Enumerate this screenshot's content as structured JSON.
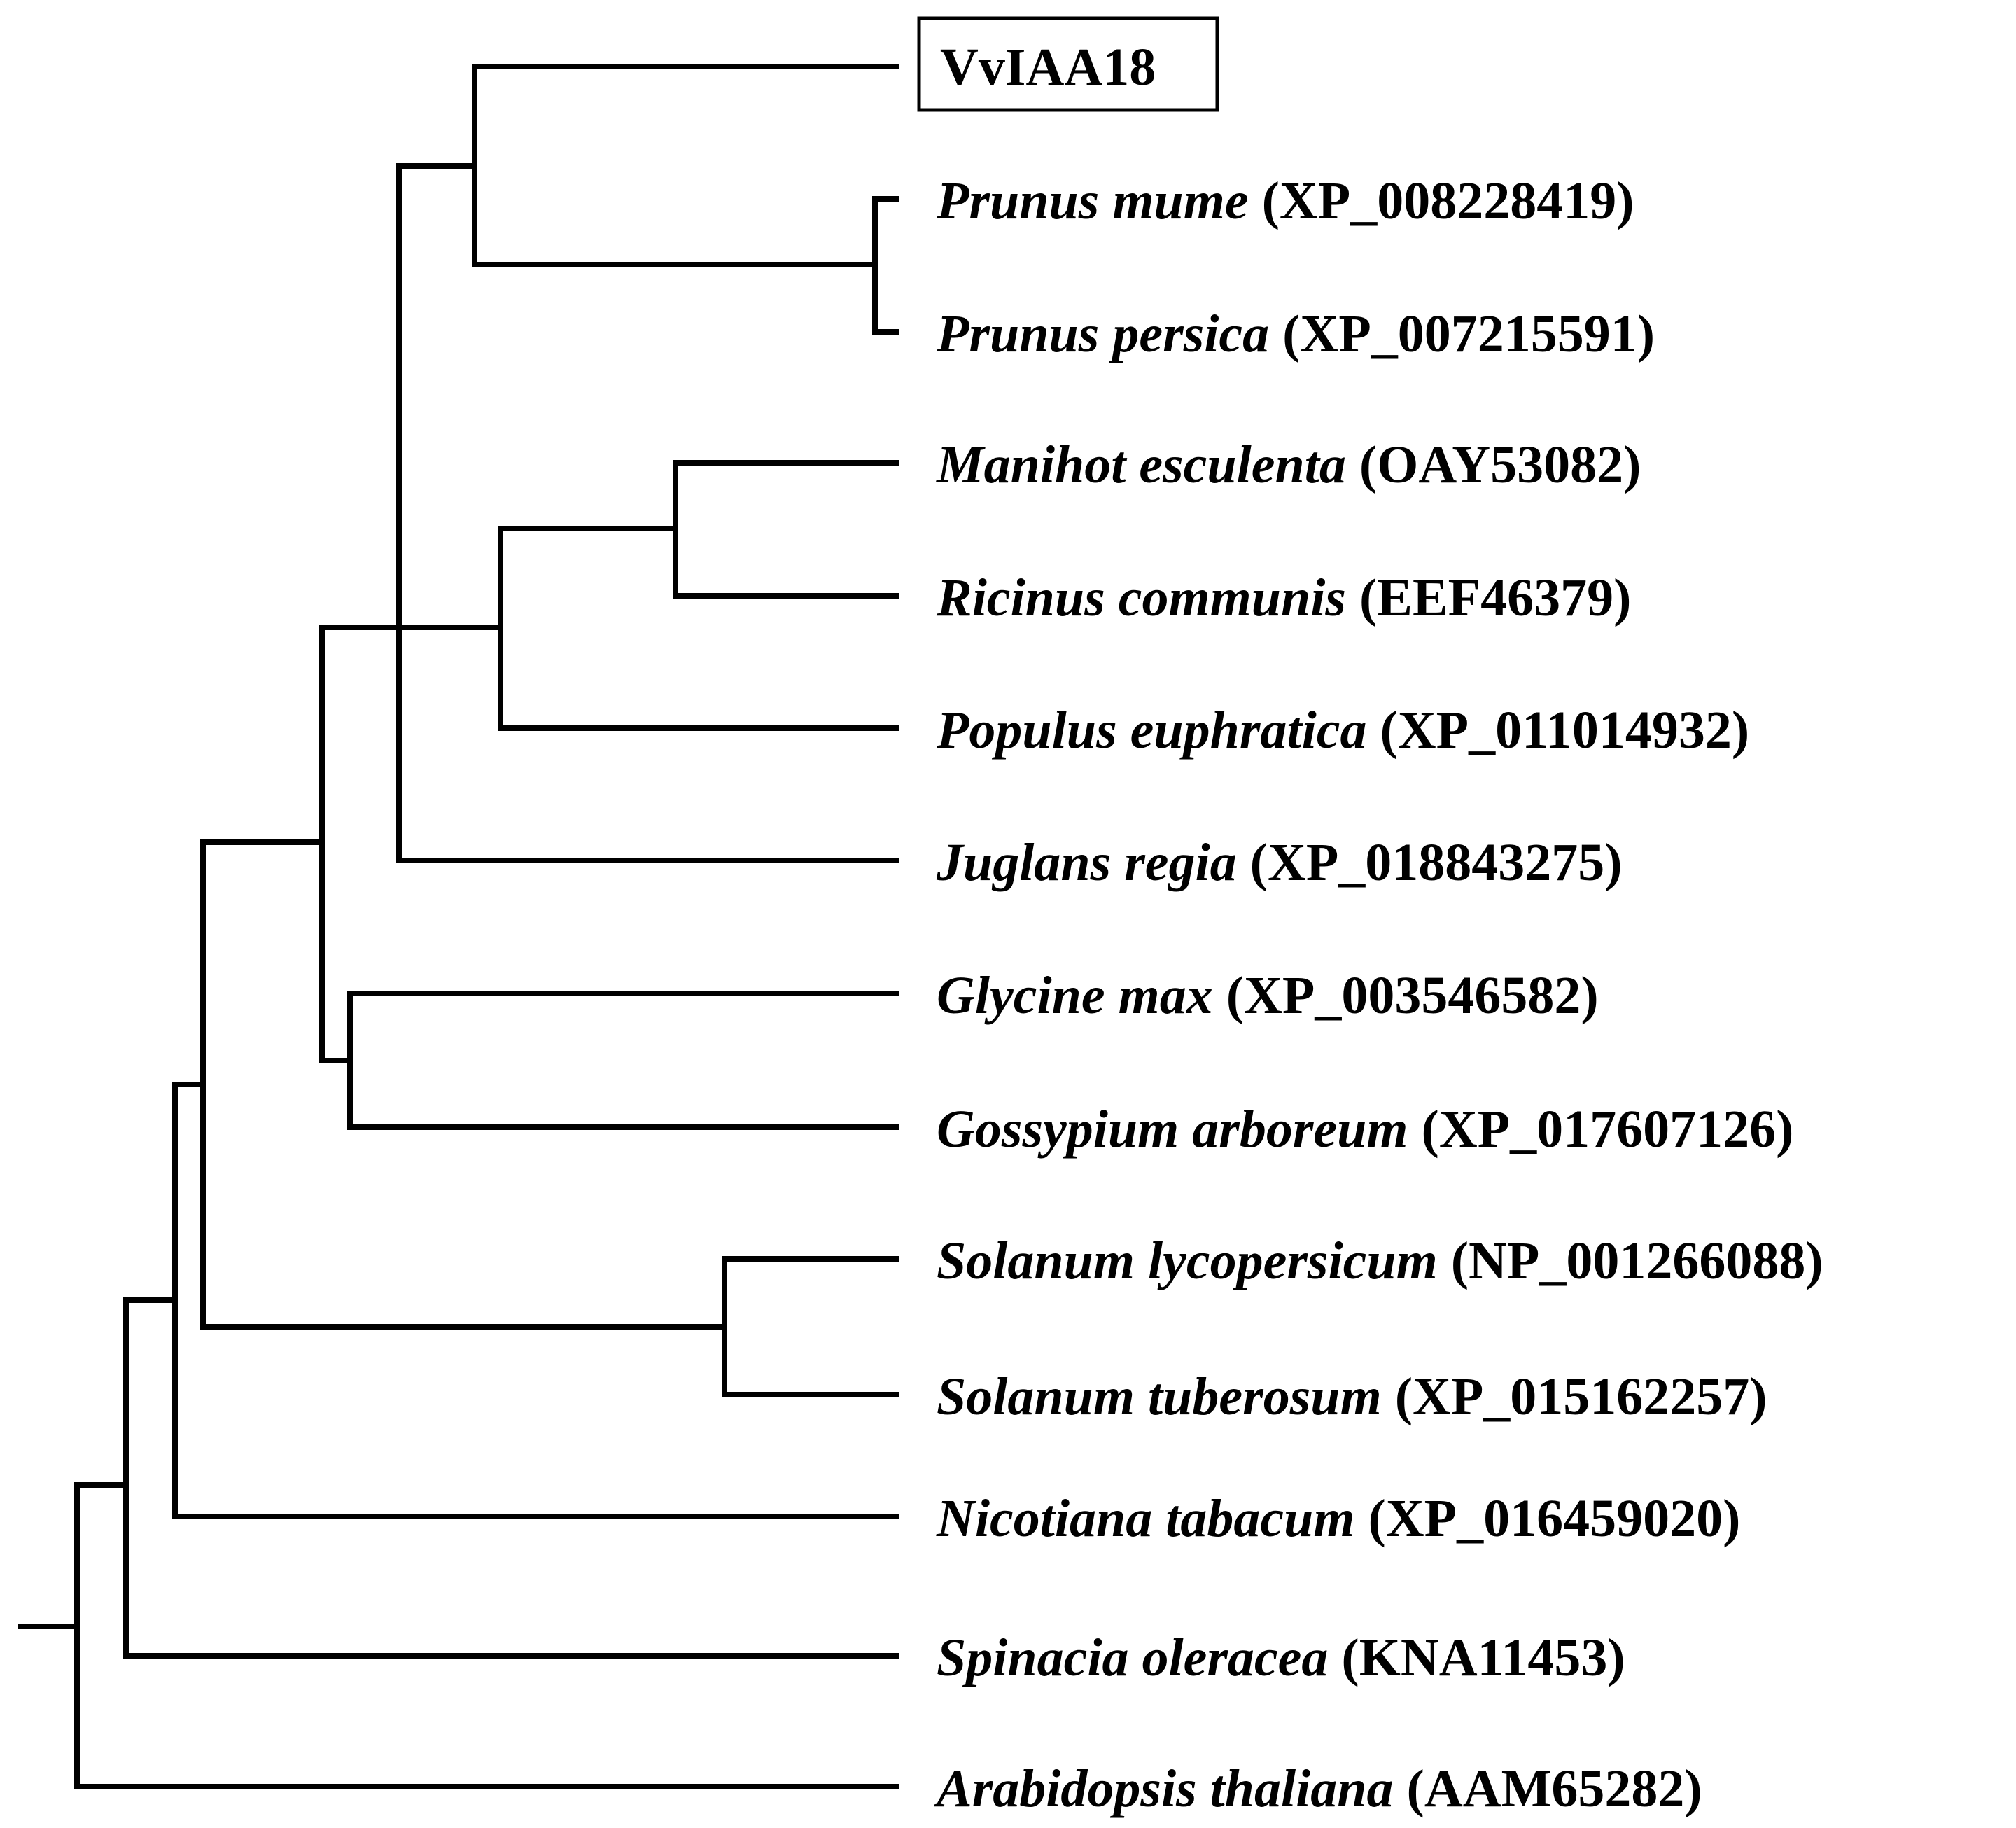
{
  "tree": {
    "highlighted_leaf": "VvIAA18",
    "leaves": [
      {
        "id": "vviaa18",
        "species": "",
        "accession": "VvIAA18"
      },
      {
        "id": "prunus-mume",
        "species": "Prunus mume",
        "accession": "(XP_008228419)"
      },
      {
        "id": "prunus-persica",
        "species": "Prunus persica",
        "accession": "(XP_007215591)"
      },
      {
        "id": "manihot-esculenta",
        "species": "Manihot esculenta",
        "accession": "(OAY53082)"
      },
      {
        "id": "ricinus-communis",
        "species": "Ricinus communis",
        "accession": "(EEF46379)"
      },
      {
        "id": "populus-euphratica",
        "species": "Populus euphratica",
        "accession": "(XP_011014932)"
      },
      {
        "id": "juglans-regia",
        "species": "Juglans regia",
        "accession": "(XP_018843275)"
      },
      {
        "id": "glycine-max",
        "species": "Glycine max",
        "accession": "(XP_003546582)"
      },
      {
        "id": "gossypium-arboreum",
        "species": "Gossypium arboreum",
        "accession": "(XP_017607126)"
      },
      {
        "id": "solanum-lycopersicum",
        "species": "Solanum lycopersicum",
        "accession": "(NP_001266088)"
      },
      {
        "id": "solanum-tuberosum",
        "species": "Solanum tuberosum",
        "accession": "(XP_015162257)"
      },
      {
        "id": "nicotiana-tabacum",
        "species": "Nicotiana tabacum",
        "accession": "(XP_016459020)"
      },
      {
        "id": "spinacia-oleracea",
        "species": "Spinacia oleracea",
        "accession": "(KNA11453)"
      },
      {
        "id": "arabidopsis-thaliana",
        "species": "Arabidopsis thaliana",
        "accession": "(AAM65282)"
      }
    ]
  }
}
